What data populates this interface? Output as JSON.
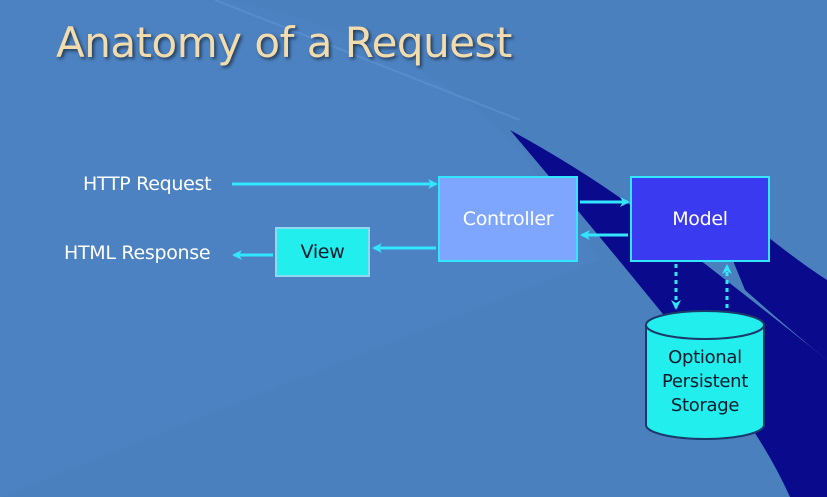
{
  "slide": {
    "title": "Anatomy of a Request"
  },
  "labels": {
    "http_request": "HTTP Request",
    "html_response": "HTML Response"
  },
  "nodes": {
    "controller": "Controller",
    "model": "Model",
    "view": "View",
    "storage": [
      "Optional",
      "Persistent",
      "Storage"
    ]
  },
  "colors": {
    "background": "#4b80bf",
    "title": "#f2dcae",
    "arrow": "#33e6ff",
    "controller_fill": "#7ea6ff",
    "model_fill": "#3a3af0",
    "view_fill": "#22eeee",
    "storage_fill": "#22eeee",
    "dark_wedge": "#0a0a8c"
  }
}
